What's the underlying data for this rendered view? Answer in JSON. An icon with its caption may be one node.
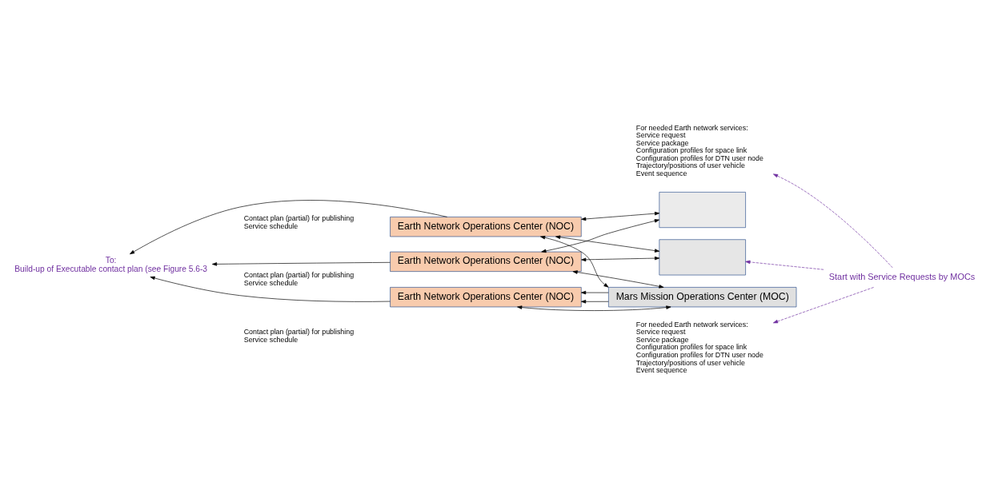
{
  "diagram": {
    "nodes": [
      {
        "text": [
          "Start with Service Requests by MOCs"
        ]
      },
      {
        "text": [
          "For needed Earth network services:",
          "Service request",
          "Service package",
          "Configuration profiles for space link",
          "Configuration profiles for DTN user node",
          "Trajectory/positions of user vehicle",
          "Event sequence"
        ]
      },
      {
        "text": [],
        "shape": "box"
      },
      {
        "text": [],
        "shape": "box"
      },
      {
        "text": [
          "Mars Mission Operations Center (MOC)"
        ]
      },
      {
        "text": [
          "For needed Earth network services:",
          "Service request",
          "Service package",
          "Configuration profiles for space link",
          "Configuration profiles for DTN user node",
          "Trajectory/positions of user vehicle",
          "Event sequence"
        ]
      },
      {
        "text": [
          "To:",
          "Build-up of Executable contact plan (see Figure 5.6-3"
        ]
      },
      {
        "text": [
          "Earth Network Operations Center (NOC)"
        ]
      },
      {
        "text": [
          "Earth Network Operations Center (NOC)"
        ]
      },
      {
        "text": [
          "Earth Network Operations Center (NOC)"
        ]
      }
    ],
    "edges": [
      {
        "from": 0,
        "to": 1,
        "arrow": "to",
        "style": "dashed",
        "color": "#7030a0"
      },
      {
        "from": 0,
        "to": 3,
        "arrow": "to",
        "style": "dashed",
        "color": "#7030a0"
      },
      {
        "from": 0,
        "to": 5,
        "arrow": "to",
        "style": "dashed",
        "color": "#7030a0"
      },
      {
        "from": 7,
        "to": 2,
        "arrow": "both"
      },
      {
        "from": 7,
        "to": 3,
        "arrow": "both"
      },
      {
        "from": 7,
        "to": 4,
        "arrow": "both"
      },
      {
        "from": 4,
        "to": 8,
        "arrow": "both"
      },
      {
        "from": 4,
        "to": 8,
        "arrow": "to"
      },
      {
        "from": 4,
        "to": 8,
        "arrow": "to"
      },
      {
        "from": 4,
        "to": 9,
        "arrow": "both"
      },
      {
        "from": 3,
        "to": 9,
        "arrow": "both"
      },
      {
        "from": 2,
        "to": 9,
        "arrow": "both"
      },
      {
        "from": 7,
        "to": 6,
        "arrow": "to"
      },
      {
        "from": 8,
        "to": 6,
        "arrow": "to"
      },
      {
        "from": 9,
        "to": 6,
        "arrow": "to"
      }
    ],
    "labels": [
      "Contact plan (partial) for publishing",
      "Service schedule",
      "Contact plan (partial) for publishing",
      "Service schedule",
      "Contact plan (partial) for publishing",
      "Service schedule"
    ]
  }
}
